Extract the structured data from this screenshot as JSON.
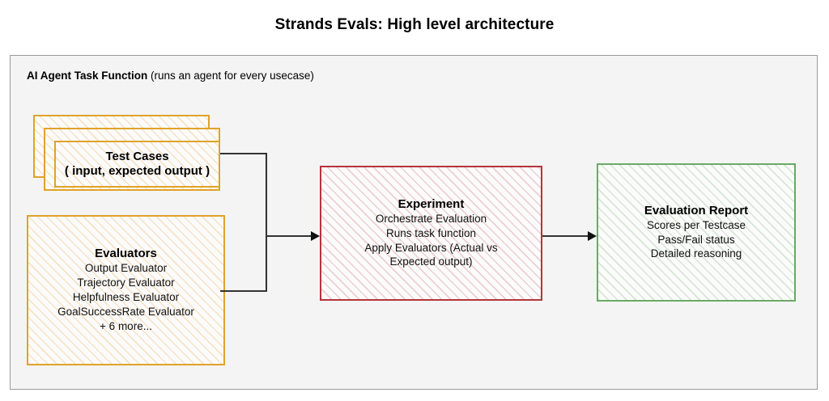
{
  "title": "Strands Evals: High level architecture",
  "container": {
    "label_strong": "AI Agent Task Function",
    "label_normal": " (runs an agent for every usecase)"
  },
  "nodes": {
    "test_cases": {
      "title": "Test Cases",
      "subtitle": "( input, expected output )",
      "color": "#e0a32a",
      "stack_count": 3
    },
    "evaluators": {
      "title": "Evaluators",
      "color": "#e0a32a",
      "lines": [
        "Output Evaluator",
        "Trajectory Evaluator",
        "Helpfulness Evaluator",
        "GoalSuccessRate Evaluator",
        "+ 6 more..."
      ]
    },
    "experiment": {
      "title": "Experiment",
      "color": "#b5343c",
      "lines": [
        "Orchestrate Evaluation",
        "Runs task function",
        "Apply Evaluators (Actual vs",
        "Expected output)"
      ]
    },
    "report": {
      "title": "Evaluation Report",
      "color": "#6aaa64",
      "lines": [
        "Scores per Testcase",
        "Pass/Fail status",
        "Detailed reasoning"
      ]
    }
  },
  "edges": [
    {
      "from": "test-cases",
      "to": "experiment",
      "style": "orthogonal"
    },
    {
      "from": "evaluators",
      "to": "experiment",
      "style": "orthogonal"
    },
    {
      "from": "experiment",
      "to": "evaluation-report",
      "style": "straight"
    }
  ]
}
